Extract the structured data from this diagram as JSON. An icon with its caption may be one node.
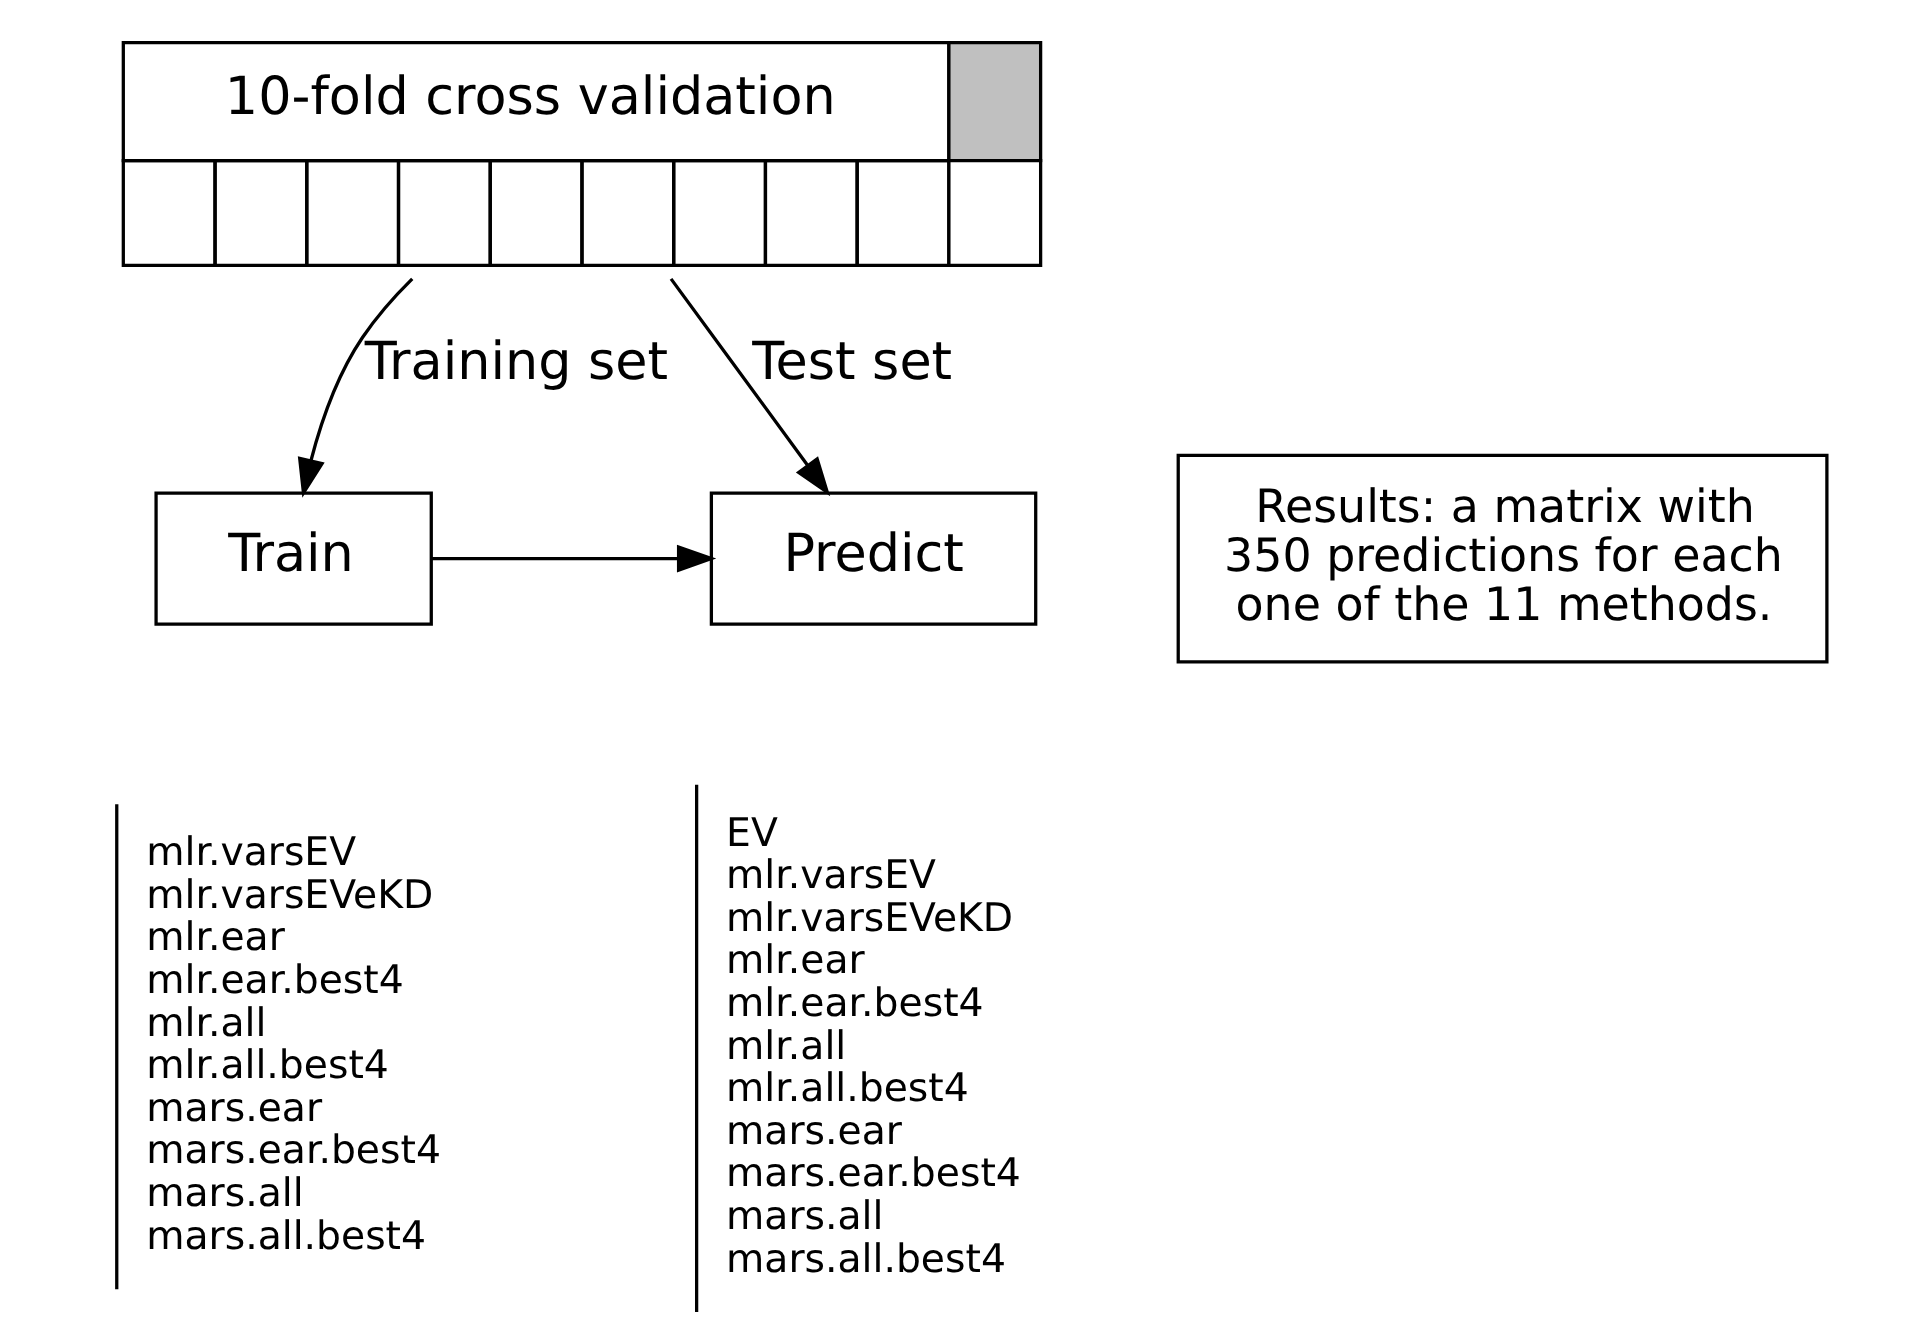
{
  "diagram": {
    "nodes": [
      {
        "text": [
          "10-fold cross validation"
        ]
      },
      {
        "text": [
          "Train"
        ],
        "beside": [
          "mlr.varsEV",
          "mlr.varsEVeKD",
          "mlr.ear",
          "mlr.ear.best4",
          "mlr.all",
          "mlr.all.best4",
          "mars.ear",
          "mars.ear.best4",
          "mars.all",
          "mars.all.best4"
        ]
      },
      {
        "text": [
          "Predict"
        ],
        "beside": [
          "EV",
          "mlr.varsEV",
          "mlr.varsEVeKD",
          "mlr.ear",
          "mlr.ear.best4",
          "mlr.all",
          "mlr.all.best4",
          "mars.ear",
          "mars.ear.best4",
          "mars.all",
          "mars.all.best4"
        ]
      },
      {
        "text": [
          "Results: a matrix with 350 predictions for each one of the 11 methods."
        ]
      }
    ],
    "edges": [
      {
        "from": 0,
        "to": 1,
        "arrow": "to",
        "label": "Training set"
      },
      {
        "from": 0,
        "to": 2,
        "arrow": "to",
        "label": "Test set"
      },
      {
        "from": 1,
        "to": 2,
        "arrow": "to"
      }
    ]
  }
}
